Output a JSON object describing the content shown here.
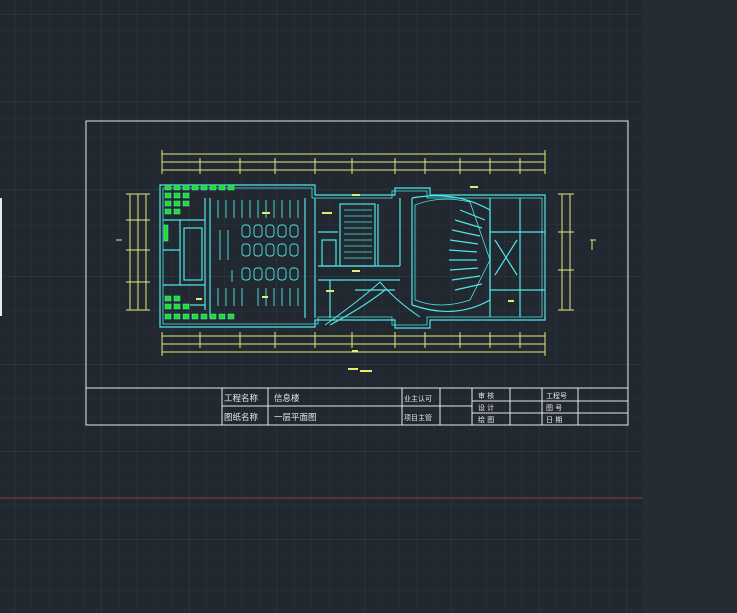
{
  "title_block": {
    "project_name_label": "工程名称",
    "project_name_value": "信息楼",
    "owner_approval_label": "业主认可",
    "drawing_name_label": "图纸名称",
    "drawing_name_value": "一层平面图",
    "project_lead_label": "项目主管",
    "review_label": "审 核",
    "design_label": "设 计",
    "drafting_label": "绘 图",
    "project_no_label": "工程号",
    "drawing_no_label": "图 号",
    "date_label": "日 期"
  },
  "colors": {
    "background": "#212830",
    "grid": "#2f3844",
    "frame": "#e8e8e8",
    "walls": "#4fe6e6",
    "dimensions": "#e8e87a",
    "highlight": "#22dd22",
    "axis": "#8a3a3a"
  }
}
